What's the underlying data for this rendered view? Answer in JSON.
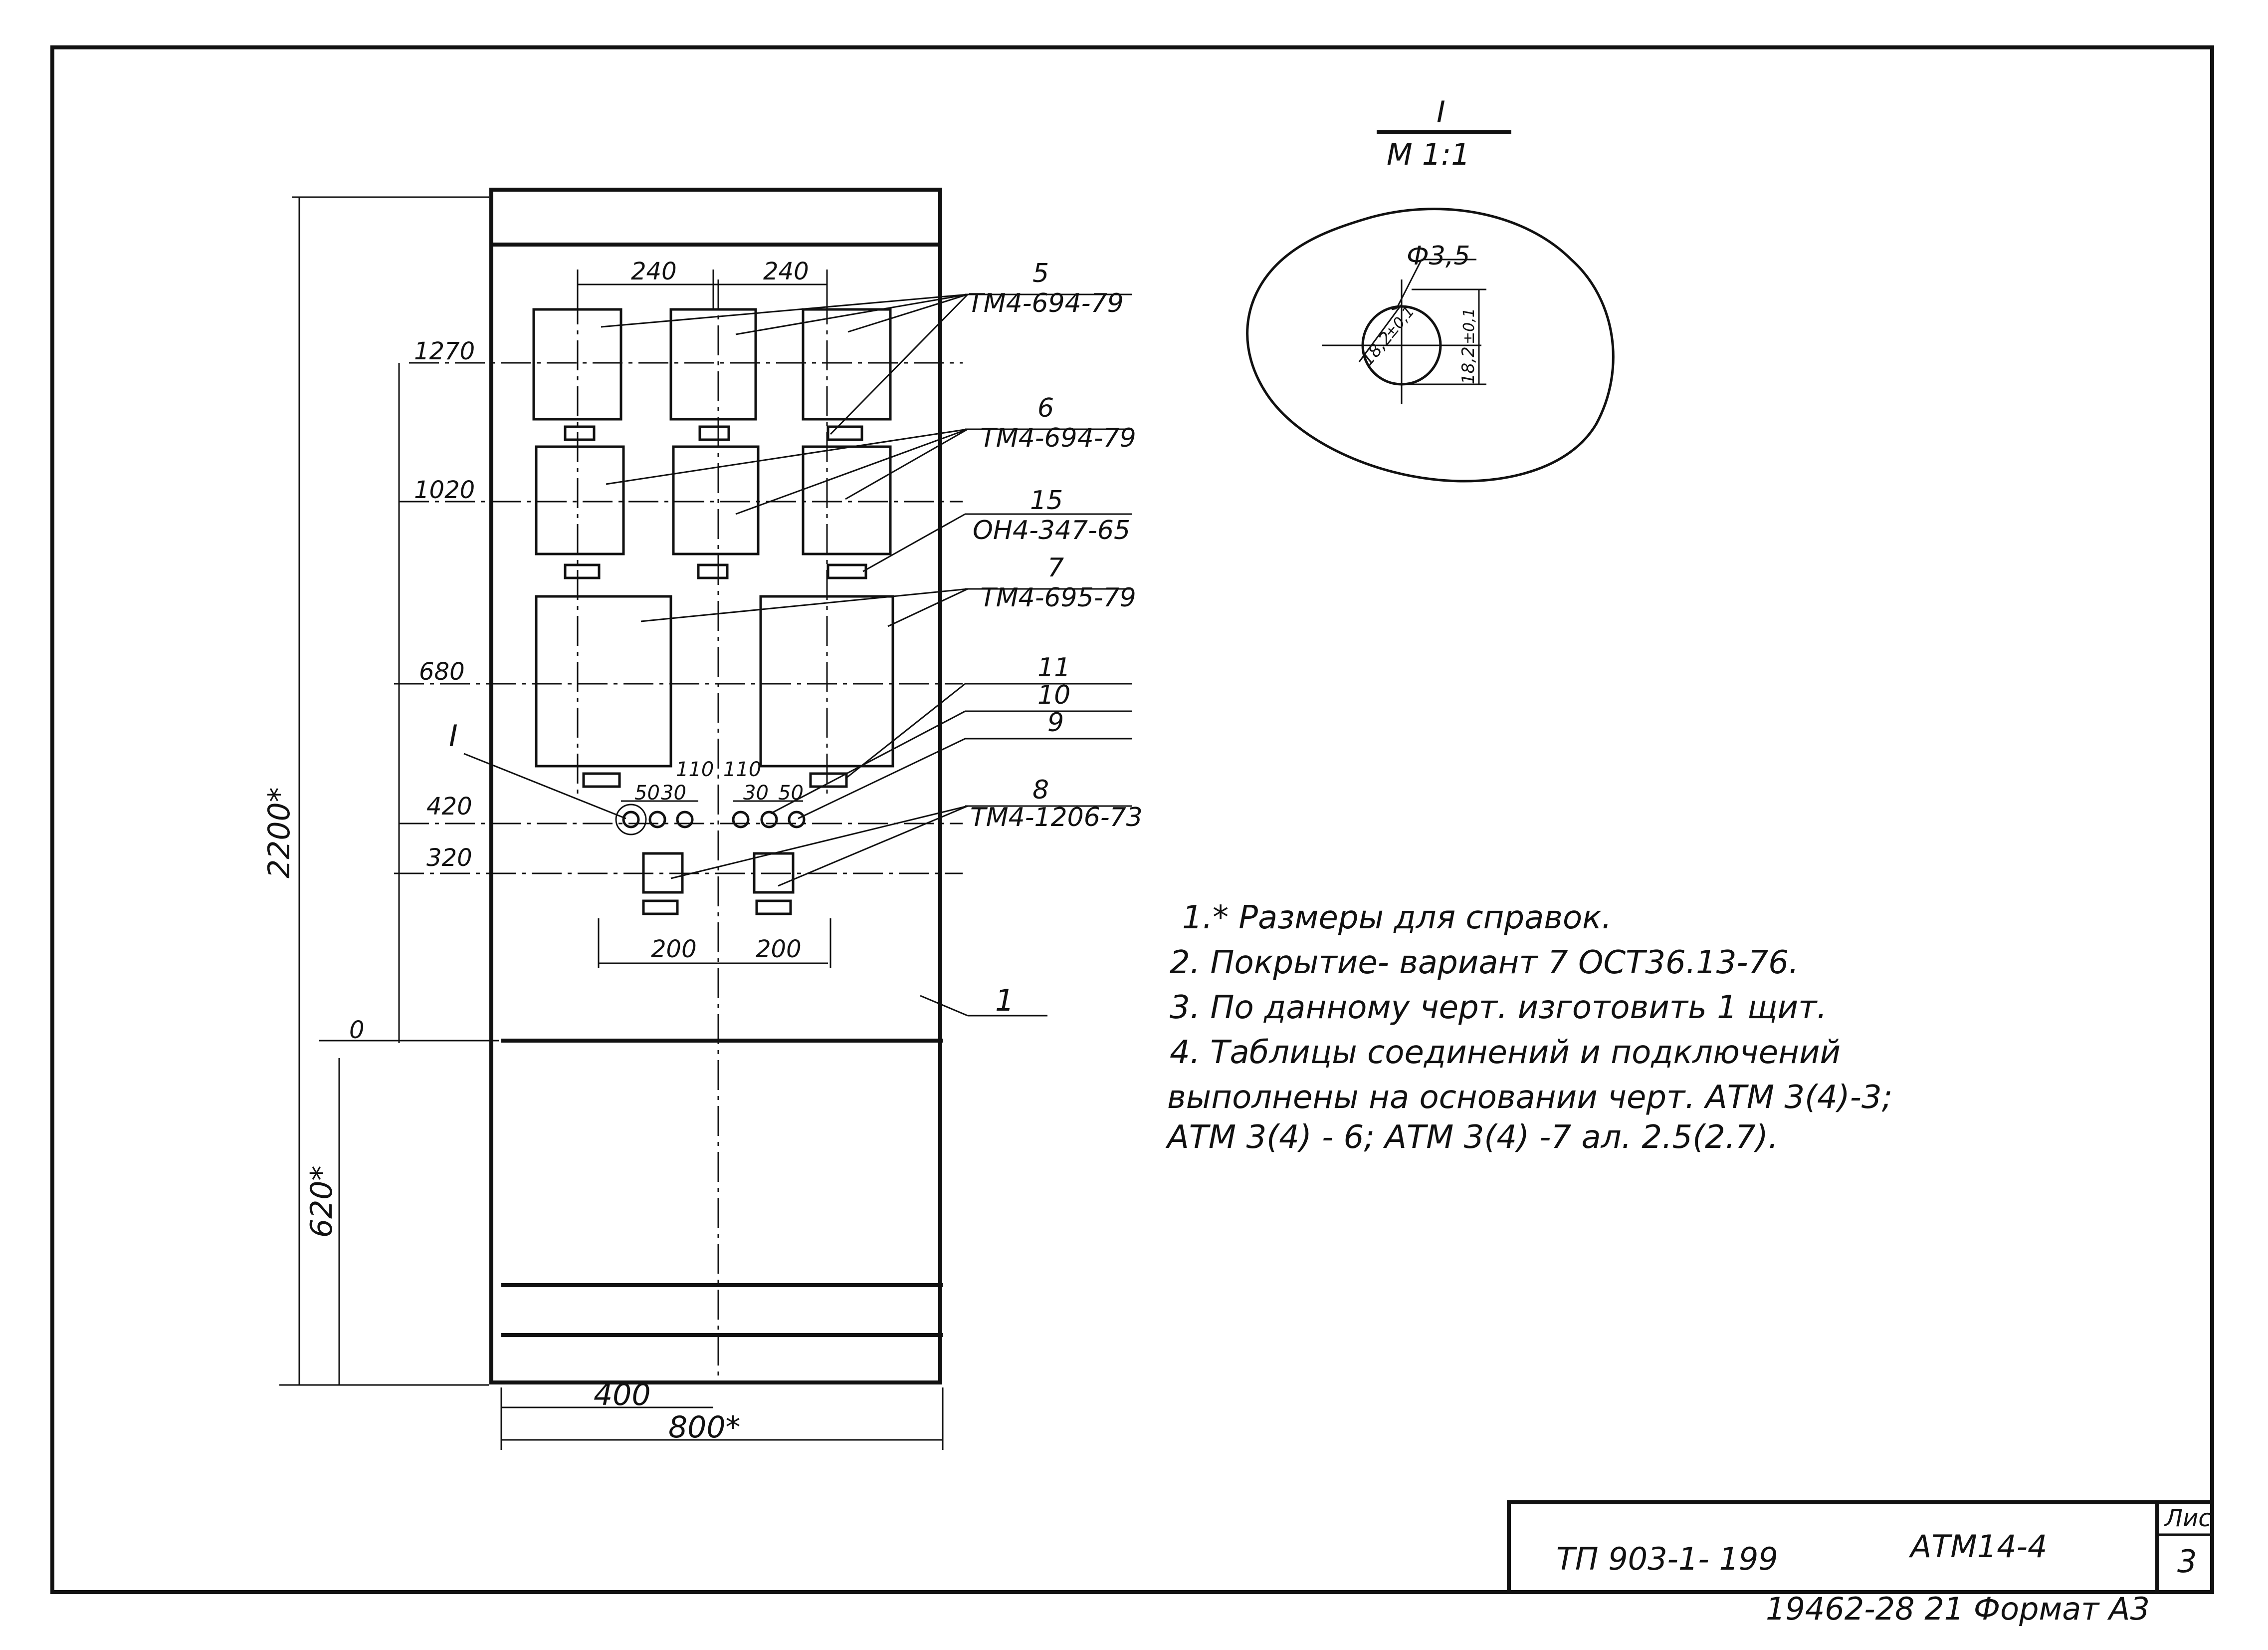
{
  "title_block": {
    "project": "ТП 903-1- 199",
    "code": "АТМ14-4",
    "sheet_label": "Лис",
    "sheet_number": "3",
    "footer": "19462-28 21 Формат А3"
  },
  "detail": {
    "label": "I",
    "scale": "М 1:1",
    "diameter": "Ф3,5",
    "dims": [
      "18,2",
      "±0,1",
      "18,2",
      "±0,1"
    ]
  },
  "dimensions": {
    "height_total": "2200*",
    "height_base": "620*",
    "width_total": "800*",
    "width_half": "400",
    "spacing_top": [
      "240",
      "240"
    ],
    "spacing_bottom": [
      "200",
      "200"
    ],
    "levels": [
      "1270",
      "1020",
      "680",
      "420",
      "320",
      "0"
    ],
    "hole_spacing_left": [
      "50",
      "30"
    ],
    "hole_spacing_right": [
      "30",
      "50"
    ],
    "hole_offsets": [
      "110",
      "110"
    ]
  },
  "callouts": [
    {
      "num": "5",
      "ref": "ТМ4-694-79"
    },
    {
      "num": "6",
      "ref": "ТМ4-694-79"
    },
    {
      "num": "15",
      "ref": "ОН4-347-65"
    },
    {
      "num": "7",
      "ref": "ТМ4-695-79"
    },
    {
      "num": "11",
      "ref": ""
    },
    {
      "num": "10",
      "ref": ""
    },
    {
      "num": "9",
      "ref": ""
    },
    {
      "num": "8",
      "ref": "ТМ4-1206-73"
    },
    {
      "num": "1",
      "ref": ""
    }
  ],
  "section_mark": "I",
  "notes": [
    "1.* Размеры для справок.",
    "2. Покрытие- вариант 7 ОСТ36.13-76.",
    "3. По данному черт. изготовить 1 щит.",
    "4. Таблицы соединений и подключений",
    "выполнены на основании черт. АТМ 3(4)-3;",
    "АТМ 3(4) - 6; АТМ 3(4) -7 ал. 2.5(2.7)."
  ]
}
